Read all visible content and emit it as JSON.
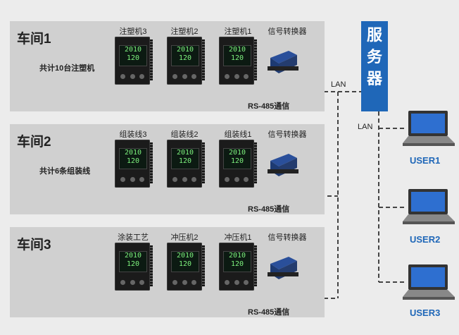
{
  "workshops": [
    {
      "title": "车间1",
      "summary": "共计10台注塑机",
      "devices": [
        "注塑机3",
        "注塑机2",
        "注塑机1"
      ],
      "converter": "信号转换器",
      "bus": "RS-485通信"
    },
    {
      "title": "车间2",
      "summary": "共计6条组装线",
      "devices": [
        "组装线3",
        "组装线2",
        "组装线1"
      ],
      "converter": "信号转换器",
      "bus": "RS-485通信"
    },
    {
      "title": "车间3",
      "summary": "",
      "devices": [
        "涂装工艺",
        "冲压机2",
        "冲压机1"
      ],
      "converter": "信号转换器",
      "bus": "RS-485通信"
    }
  ],
  "server": {
    "line1": "服",
    "line2": "务",
    "line3": "器"
  },
  "lan_labels": [
    "LAN",
    "LAN"
  ],
  "users": [
    "USER1",
    "USER2",
    "USER3"
  ],
  "controller_display": {
    "line1": "2010",
    "line2": "120"
  },
  "colors": {
    "server": "#1f67b8",
    "user": "#1f67b8",
    "panel": "#d0d0d0"
  }
}
